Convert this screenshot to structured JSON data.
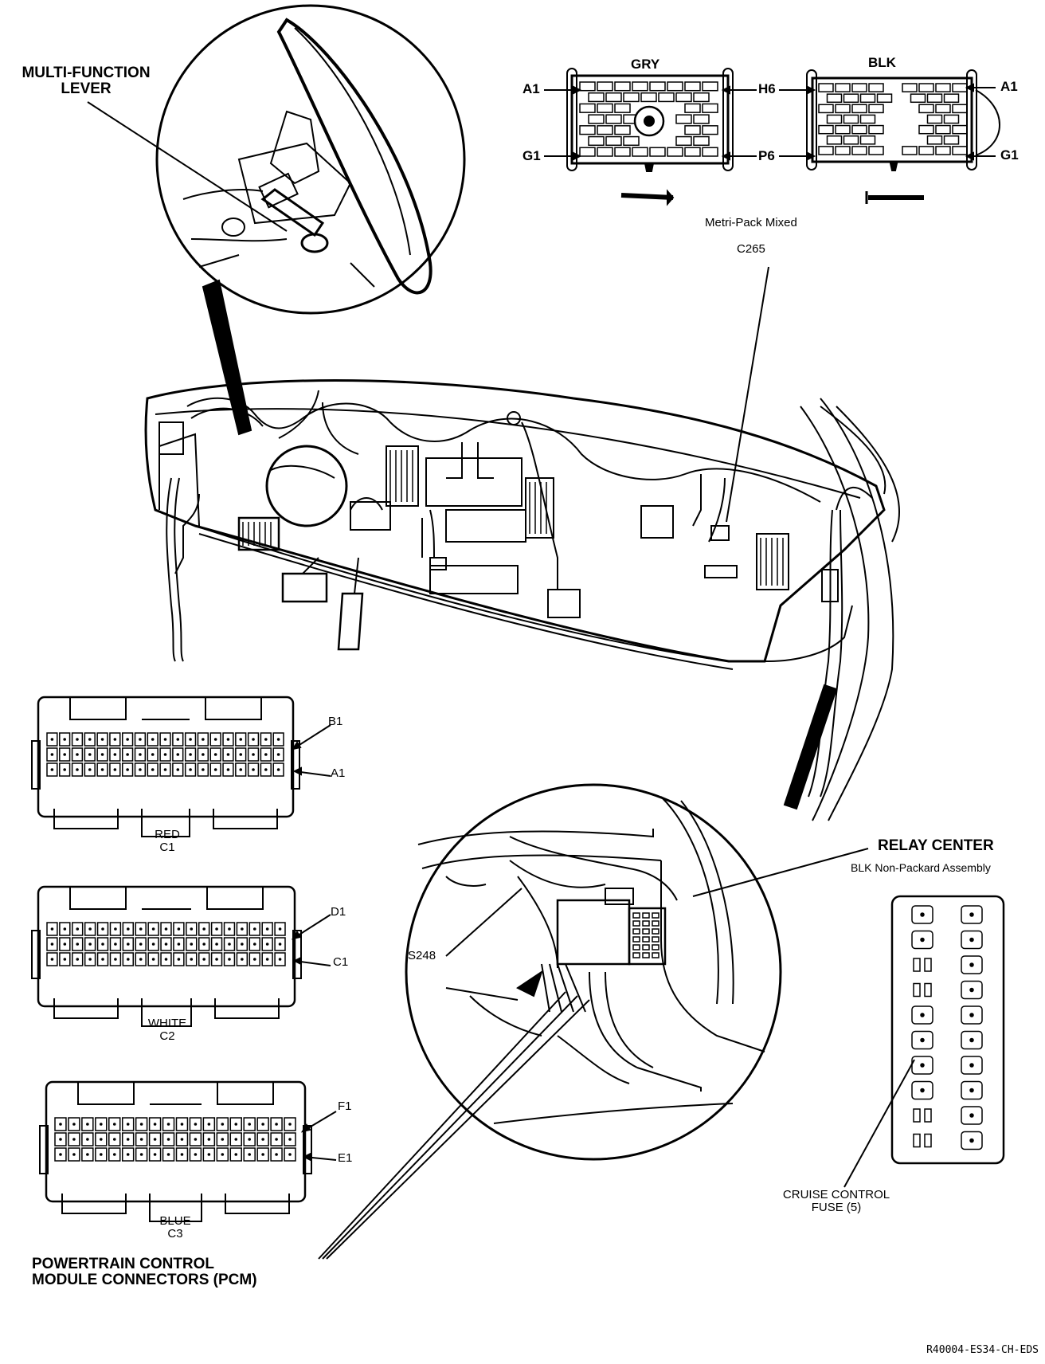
{
  "labels": {
    "multi_function_lever": [
      "MULTI-FUNCTION",
      "LEVER"
    ],
    "gry": "GRY",
    "blk": "BLK",
    "a1_left": "A1",
    "g1_left": "G1",
    "h6": "H6",
    "p6": "P6",
    "a1_right": "A1",
    "g1_right": "G1",
    "metri_pack": "Metri-Pack Mixed",
    "c265": "C265",
    "red_b1": "B1",
    "red_a1": "A1",
    "red_name": "RED",
    "red_id": "C1",
    "white_d1": "D1",
    "white_c1": "C1",
    "white_name": "WHITE",
    "white_id": "C2",
    "blue_f1": "F1",
    "blue_e1": "E1",
    "blue_name": "BLUE",
    "blue_id": "C3",
    "relay_center": "RELAY CENTER",
    "relay_sub": "BLK Non-Packard Assembly",
    "s248": "S248",
    "cruise": [
      "CRUISE CONTROL",
      "FUSE (5)"
    ],
    "pcm": [
      "POWERTRAIN CONTROL",
      "MODULE CONNECTORS (PCM)"
    ],
    "figure_code": "R40004-ES34-CH-EDS"
  },
  "connectors": [
    {
      "name": "RED",
      "id": "C1",
      "rows": 3,
      "cols": 19
    },
    {
      "name": "WHITE",
      "id": "C2",
      "rows": 3,
      "cols": 19
    },
    {
      "name": "BLUE",
      "id": "C3",
      "rows": 3,
      "cols": 18
    }
  ]
}
